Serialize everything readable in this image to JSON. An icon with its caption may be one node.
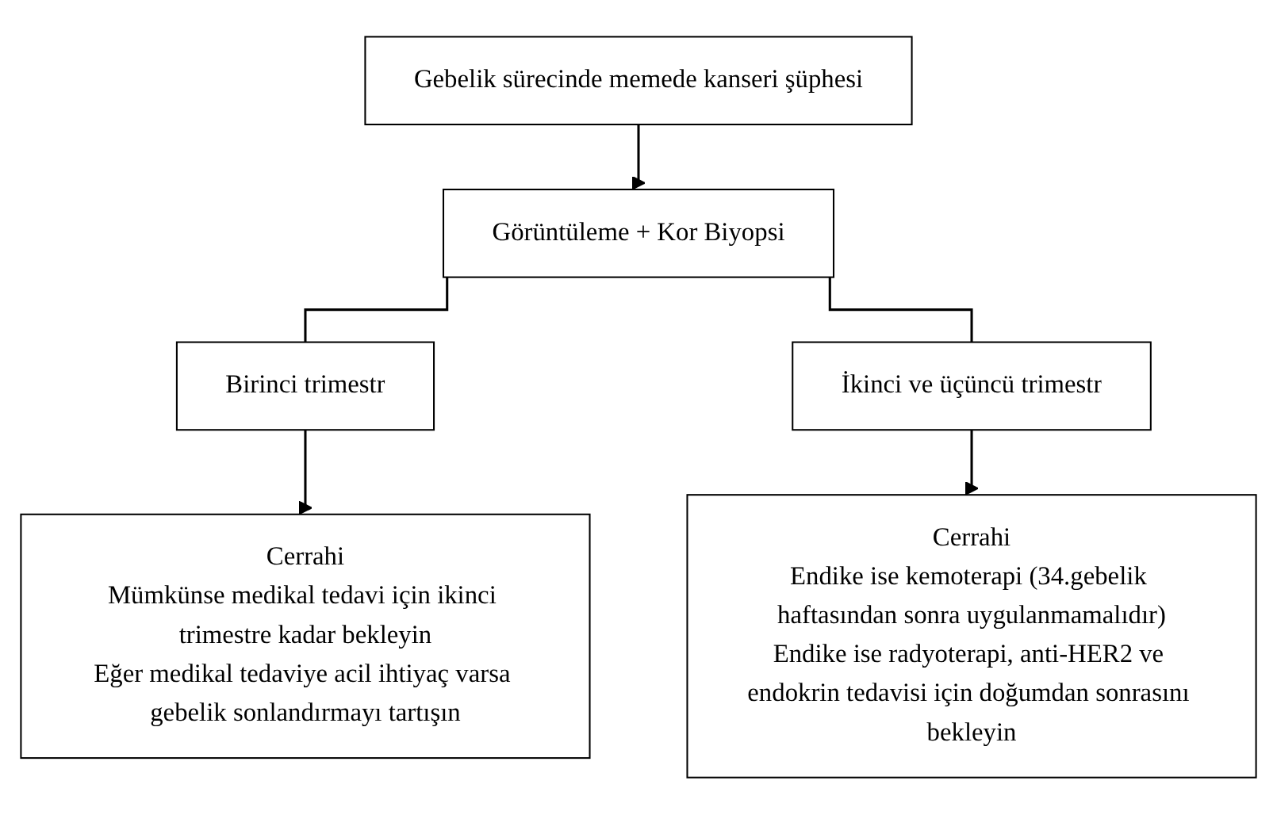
{
  "diagram": {
    "nodes": [
      {
        "text": [
          "Gebelik sürecinde memede kanseri şüphesi"
        ]
      },
      {
        "text": [
          "Görüntüleme + Kor Biyopsi"
        ]
      },
      {
        "text": [
          "Birinci trimestr"
        ]
      },
      {
        "text": [
          "İkinci ve üçüncü trimestr"
        ]
      },
      {
        "text": [
          "Cerrahi",
          "Mümkünse medikal tedavi için ikinci trimestre kadar bekleyin",
          "Eğer medikal tedaviye acil ihtiyaç varsa gebelik sonlandırmayı tartışın"
        ]
      },
      {
        "text": [
          "Cerrahi",
          "Endike ise kemoterapi (34.gebelik haftasından sonra uygulanmamalıdır)",
          "Endike ise radyoterapi, anti-HER2 ve endokrin tedavisi için doğumdan sonrasını bekleyin"
        ]
      }
    ],
    "edges": [
      {
        "from": 0,
        "to": 1,
        "arrow": "to"
      },
      {
        "from": 1,
        "to": 2,
        "arrow": "none"
      },
      {
        "from": 1,
        "to": 3,
        "arrow": "none"
      },
      {
        "from": 2,
        "to": 4,
        "arrow": "to"
      },
      {
        "from": 3,
        "to": 5,
        "arrow": "to"
      }
    ]
  }
}
